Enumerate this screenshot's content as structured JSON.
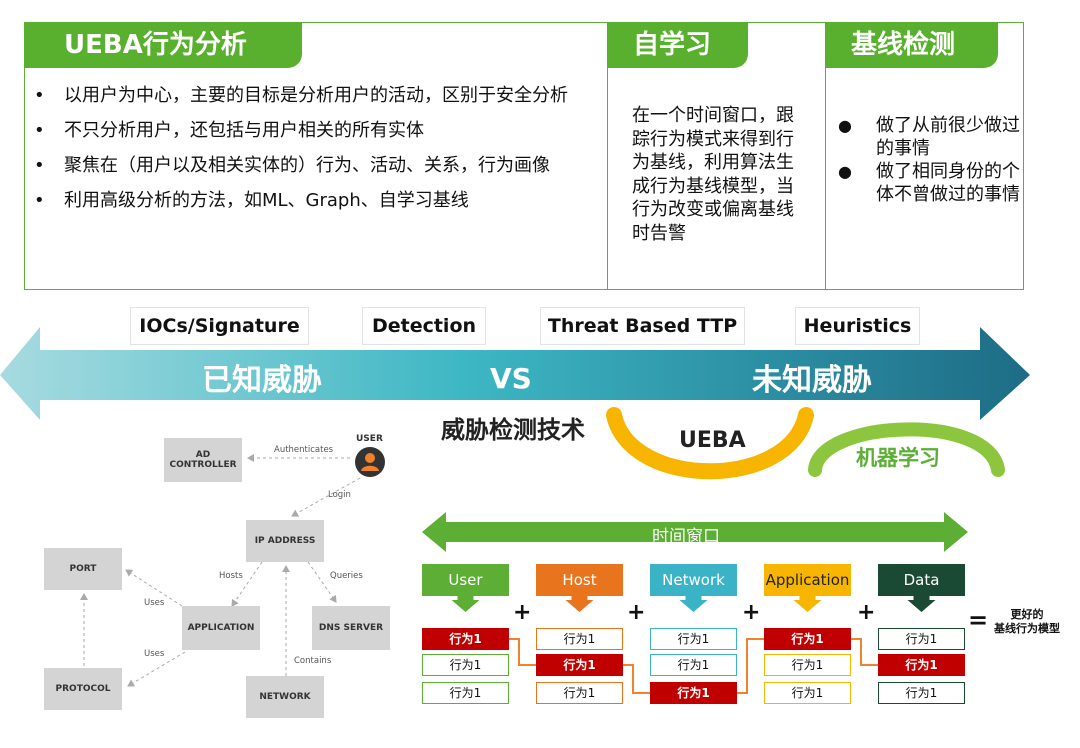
{
  "panels": {
    "ueba": {
      "title": "UEBA行为分析",
      "bullets": [
        "以用户为中心，主要的目标是分析用户的活动，区别于安全分析",
        "不只分析用户，还包括与用户相关的所有实体",
        "聚焦在（用户以及相关实体的）行为、活动、关系，行为画像",
        "利用高级分析的方法，如ML、Graph、自学习基线"
      ],
      "bullet_mark": "•"
    },
    "self_learning": {
      "title": "自学习",
      "text": "在一个时间窗口，跟踪行为模式来得到行为基线，利用算法生成行为基线模型，当行为改变或偏离基线时告警"
    },
    "baseline": {
      "title": "基线检测",
      "bullets": [
        "做了从前很少做过的事情",
        "做了相同身份的个体不曾做过的事情"
      ],
      "bullet_mark": "●"
    }
  },
  "spectrum": {
    "labels": [
      "IOCs/Signature",
      "Detection",
      "Threat Based TTP",
      "Heuristics"
    ],
    "left": "已知威胁",
    "center": "VS",
    "right": "未知威胁",
    "tech_label": "威胁检测技术",
    "ueba": "UEBA",
    "ml": "机器学习"
  },
  "entity_graph": {
    "nodes": {
      "ad": "AD\nCONTROLLER",
      "user": "USER",
      "ip": "IP ADDRESS",
      "port": "PORT",
      "application": "APPLICATION",
      "dns": "DNS SERVER",
      "protocol": "PROTOCOL",
      "network": "NETWORK"
    },
    "edges": {
      "authenticates": "Authenticates",
      "login": "Login",
      "hosts": "Hosts",
      "queries": "Queries",
      "uses1": "Uses",
      "uses2": "Uses",
      "contains": "Contains"
    }
  },
  "baseline_model": {
    "time_window": "时间窗口",
    "categories": [
      {
        "name": "User",
        "color": "#5cae34"
      },
      {
        "name": "Host",
        "color": "#e8741d"
      },
      {
        "name": "Network",
        "color": "#3bb3c6"
      },
      {
        "name": "Application",
        "color": "#f7b500"
      },
      {
        "name": "Data",
        "color": "#1a4a33"
      }
    ],
    "cell_text": "行为1",
    "active_rows": [
      0,
      1,
      2,
      0,
      1
    ],
    "plus": "+",
    "equals": "=",
    "result": "更好的\n基线行为模型"
  },
  "colors": {
    "green": "#59b02e",
    "arrow_left": "#a7dbe0",
    "arrow_right": "#1d6c86",
    "ueba_arc": "#f7b500",
    "ml_arc": "#8cc63f",
    "cell_active": "#c00000"
  }
}
